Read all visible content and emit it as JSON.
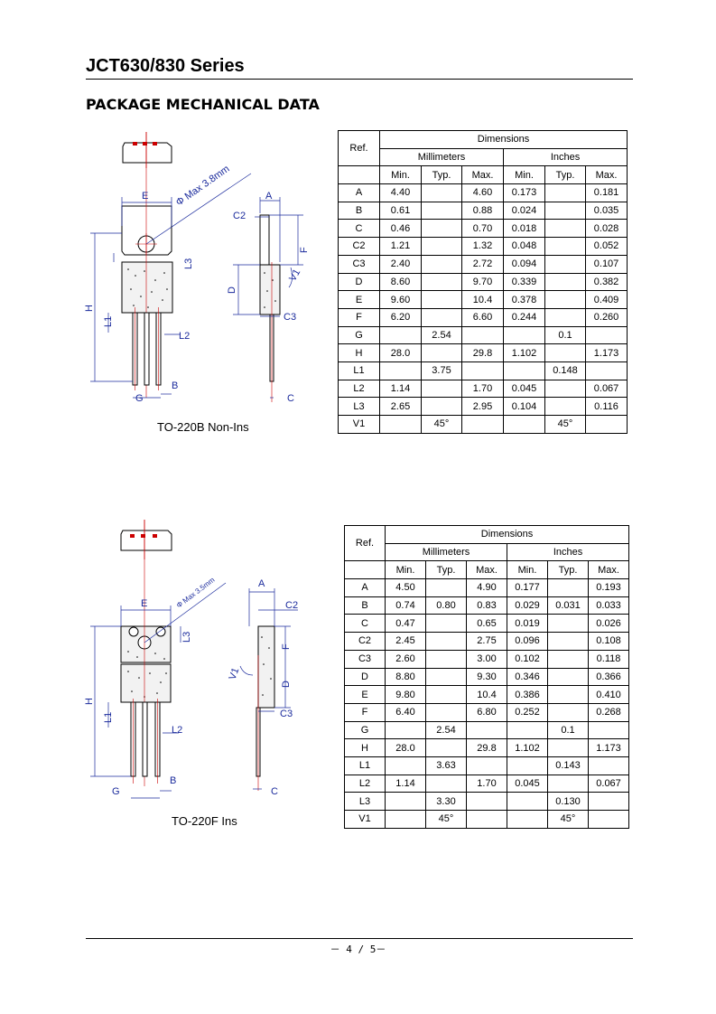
{
  "header": {
    "title": "JCT630/830 Series"
  },
  "section_title": "PACKAGE MECHANICAL DATA",
  "footer": {
    "page": "－ 4 / 5－"
  },
  "packages": [
    {
      "caption": "TO-220B Non-Ins",
      "drawing_labels": {
        "E": "E",
        "A": "A",
        "C2": "C2",
        "phi": "Φ Max 3.8mm",
        "H": "H",
        "L1": "L1",
        "L2": "L2",
        "L3": "L3",
        "D": "D",
        "F": "F",
        "C3": "C3",
        "B": "B",
        "G": "G",
        "C": "C",
        "V1": "V1"
      },
      "table": {
        "ref_header": "Ref.",
        "dimensions_header": "Dimensions",
        "mm_header": "Millimeters",
        "in_header": "Inches",
        "sub_headers": [
          "Min.",
          "Typ.",
          "Max.",
          "Min.",
          "Typ.",
          "Max."
        ],
        "rows": [
          [
            "A",
            "4.40",
            "",
            "4.60",
            "0.173",
            "",
            "0.181"
          ],
          [
            "B",
            "0.61",
            "",
            "0.88",
            "0.024",
            "",
            "0.035"
          ],
          [
            "C",
            "0.46",
            "",
            "0.70",
            "0.018",
            "",
            "0.028"
          ],
          [
            "C2",
            "1.21",
            "",
            "1.32",
            "0.048",
            "",
            "0.052"
          ],
          [
            "C3",
            "2.40",
            "",
            "2.72",
            "0.094",
            "",
            "0.107"
          ],
          [
            "D",
            "8.60",
            "",
            "9.70",
            "0.339",
            "",
            "0.382"
          ],
          [
            "E",
            "9.60",
            "",
            "10.4",
            "0.378",
            "",
            "0.409"
          ],
          [
            "F",
            "6.20",
            "",
            "6.60",
            "0.244",
            "",
            "0.260"
          ],
          [
            "G",
            "",
            "2.54",
            "",
            "",
            "0.1",
            ""
          ],
          [
            "H",
            "28.0",
            "",
            "29.8",
            "1.102",
            "",
            "1.173"
          ],
          [
            "L1",
            "",
            "3.75",
            "",
            "",
            "0.148",
            ""
          ],
          [
            "L2",
            "1.14",
            "",
            "1.70",
            "0.045",
            "",
            "0.067"
          ],
          [
            "L3",
            "2.65",
            "",
            "2.95",
            "0.104",
            "",
            "0.116"
          ],
          [
            "V1",
            "",
            "45°",
            "",
            "",
            "45°",
            ""
          ]
        ]
      }
    },
    {
      "caption": "TO-220F Ins",
      "drawing_labels": {
        "E": "E",
        "A": "A",
        "C2": "C2",
        "phi": "Φ Max 3.5mm",
        "H": "H",
        "L1": "L1",
        "L2": "L2",
        "L3": "L3",
        "D": "D",
        "F": "F",
        "C3": "C3",
        "B": "B",
        "G": "G",
        "C": "C",
        "V1": "V1"
      },
      "table": {
        "ref_header": "Ref.",
        "dimensions_header": "Dimensions",
        "mm_header": "Millimeters",
        "in_header": "Inches",
        "sub_headers": [
          "Min.",
          "Typ.",
          "Max.",
          "Min.",
          "Typ.",
          "Max."
        ],
        "rows": [
          [
            "A",
            "4.50",
            "",
            "4.90",
            "0.177",
            "",
            "0.193"
          ],
          [
            "B",
            "0.74",
            "0.80",
            "0.83",
            "0.029",
            "0.031",
            "0.033"
          ],
          [
            "C",
            "0.47",
            "",
            "0.65",
            "0.019",
            "",
            "0.026"
          ],
          [
            "C2",
            "2.45",
            "",
            "2.75",
            "0.096",
            "",
            "0.108"
          ],
          [
            "C3",
            "2.60",
            "",
            "3.00",
            "0.102",
            "",
            "0.118"
          ],
          [
            "D",
            "8.80",
            "",
            "9.30",
            "0.346",
            "",
            "0.366"
          ],
          [
            "E",
            "9.80",
            "",
            "10.4",
            "0.386",
            "",
            "0.410"
          ],
          [
            "F",
            "6.40",
            "",
            "6.80",
            "0.252",
            "",
            "0.268"
          ],
          [
            "G",
            "",
            "2.54",
            "",
            "",
            "0.1",
            ""
          ],
          [
            "H",
            "28.0",
            "",
            "29.8",
            "1.102",
            "",
            "1.173"
          ],
          [
            "L1",
            "",
            "3.63",
            "",
            "",
            "0.143",
            ""
          ],
          [
            "L2",
            "1.14",
            "",
            "1.70",
            "0.045",
            "",
            "0.067"
          ],
          [
            "L3",
            "",
            "3.30",
            "",
            "",
            "0.130",
            ""
          ],
          [
            "V1",
            "",
            "45°",
            "",
            "",
            "45°",
            ""
          ]
        ]
      }
    }
  ]
}
